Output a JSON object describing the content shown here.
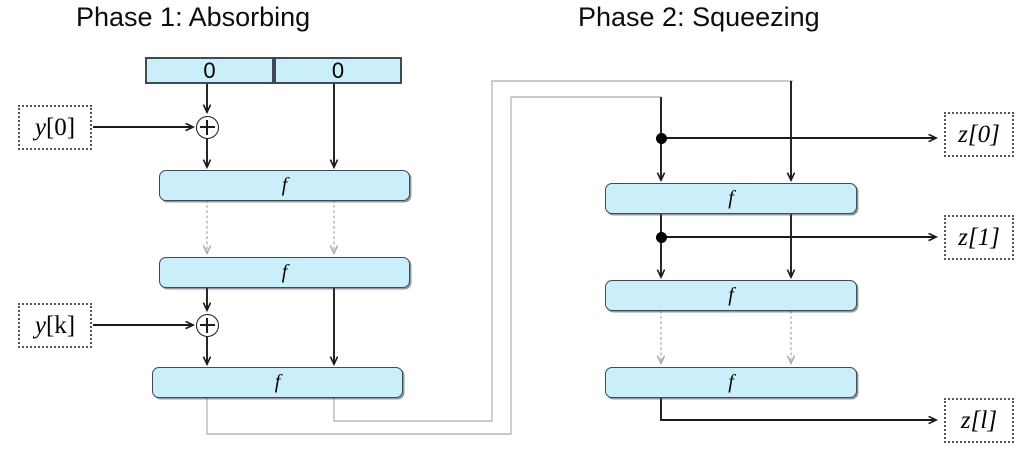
{
  "diagram": {
    "type": "sponge-construction",
    "background": "#ffffff",
    "accent_fill": "#cbeefb",
    "box_stroke": "#3f4a54",
    "wire_color": "#1a1a1a",
    "feedback_color": "#b9b9b9"
  },
  "phases": [
    {
      "id": "phase1",
      "title": "Phase 1: Absorbing"
    },
    {
      "id": "phase2",
      "title": "Phase 2: Squeezing"
    }
  ],
  "state_cells": [
    {
      "label": "0"
    },
    {
      "label": "0"
    }
  ],
  "phase1": {
    "f_boxes": [
      {
        "label": "f"
      },
      {
        "label": "f"
      },
      {
        "label": "f"
      }
    ],
    "inputs": [
      {
        "var": "y",
        "index": "[0]"
      },
      {
        "var": "y",
        "index": "[k]"
      }
    ],
    "xor_count": 2
  },
  "phase2": {
    "f_boxes": [
      {
        "label": "f"
      },
      {
        "label": "f"
      },
      {
        "label": "f"
      }
    ],
    "outputs": [
      {
        "var": "z",
        "index": "[0]"
      },
      {
        "var": "z",
        "index": "[1]"
      },
      {
        "var": "z",
        "index": "[l]"
      }
    ],
    "tap_count": 2
  }
}
